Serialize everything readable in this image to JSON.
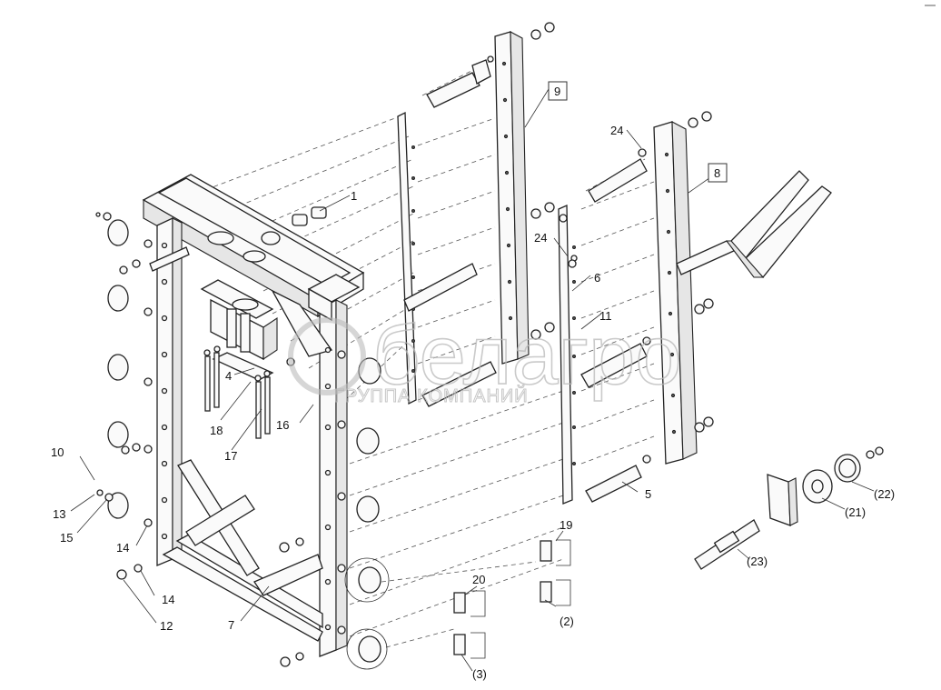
{
  "labels": {
    "l1": "1",
    "l2": "(2)",
    "l3": "(3)",
    "l4": "4",
    "l5": "5",
    "l6": "6",
    "l7": "7",
    "l8": "8",
    "l9": "9",
    "l10": "10",
    "l11": "11",
    "l12": "12",
    "l13": "13",
    "l14a": "14",
    "l14b": "14",
    "l15": "15",
    "l16": "16",
    "l17": "17",
    "l18": "18",
    "l19": "19",
    "l20": "20",
    "l21": "(21)",
    "l22": "(22)",
    "l23": "(23)",
    "l24a": "24",
    "l24b": "24"
  },
  "watermark": {
    "brand": "белагро",
    "subtitle": "ГРУППА КОМПАНИЙ"
  }
}
